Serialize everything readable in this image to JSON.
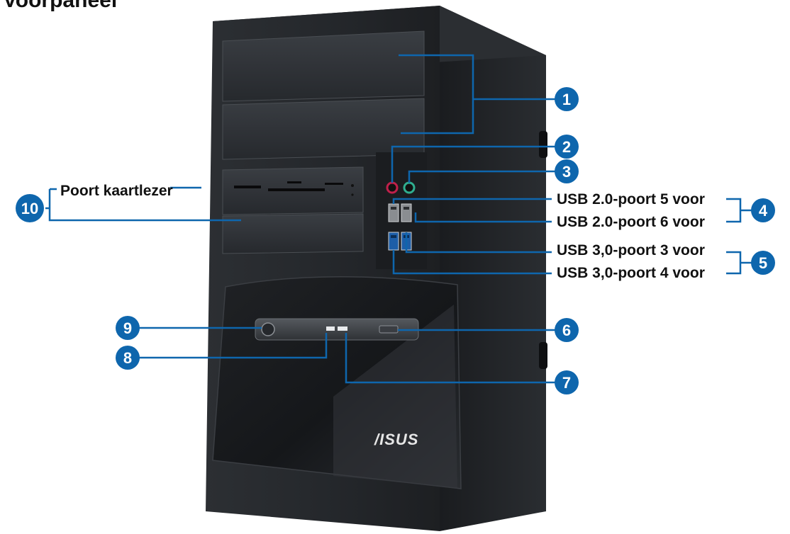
{
  "title": "Voorpaneel",
  "brand_logo": "/ISUS",
  "accent_color": "#0e66ad",
  "callouts": [
    {
      "number": "1"
    },
    {
      "number": "2"
    },
    {
      "number": "3"
    },
    {
      "number": "4"
    },
    {
      "number": "5"
    },
    {
      "number": "6"
    },
    {
      "number": "7"
    },
    {
      "number": "8"
    },
    {
      "number": "9"
    },
    {
      "number": "10"
    }
  ],
  "labels": {
    "card_reader": "Poort kaartlezer",
    "usb2_port5": "USB 2.0-poort 5 voor",
    "usb2_port6": "USB 2.0-poort 6 voor",
    "usb3_port3": "USB 3,0-poort 3 voor",
    "usb3_port4": "USB 3,0-poort 4 voor"
  }
}
